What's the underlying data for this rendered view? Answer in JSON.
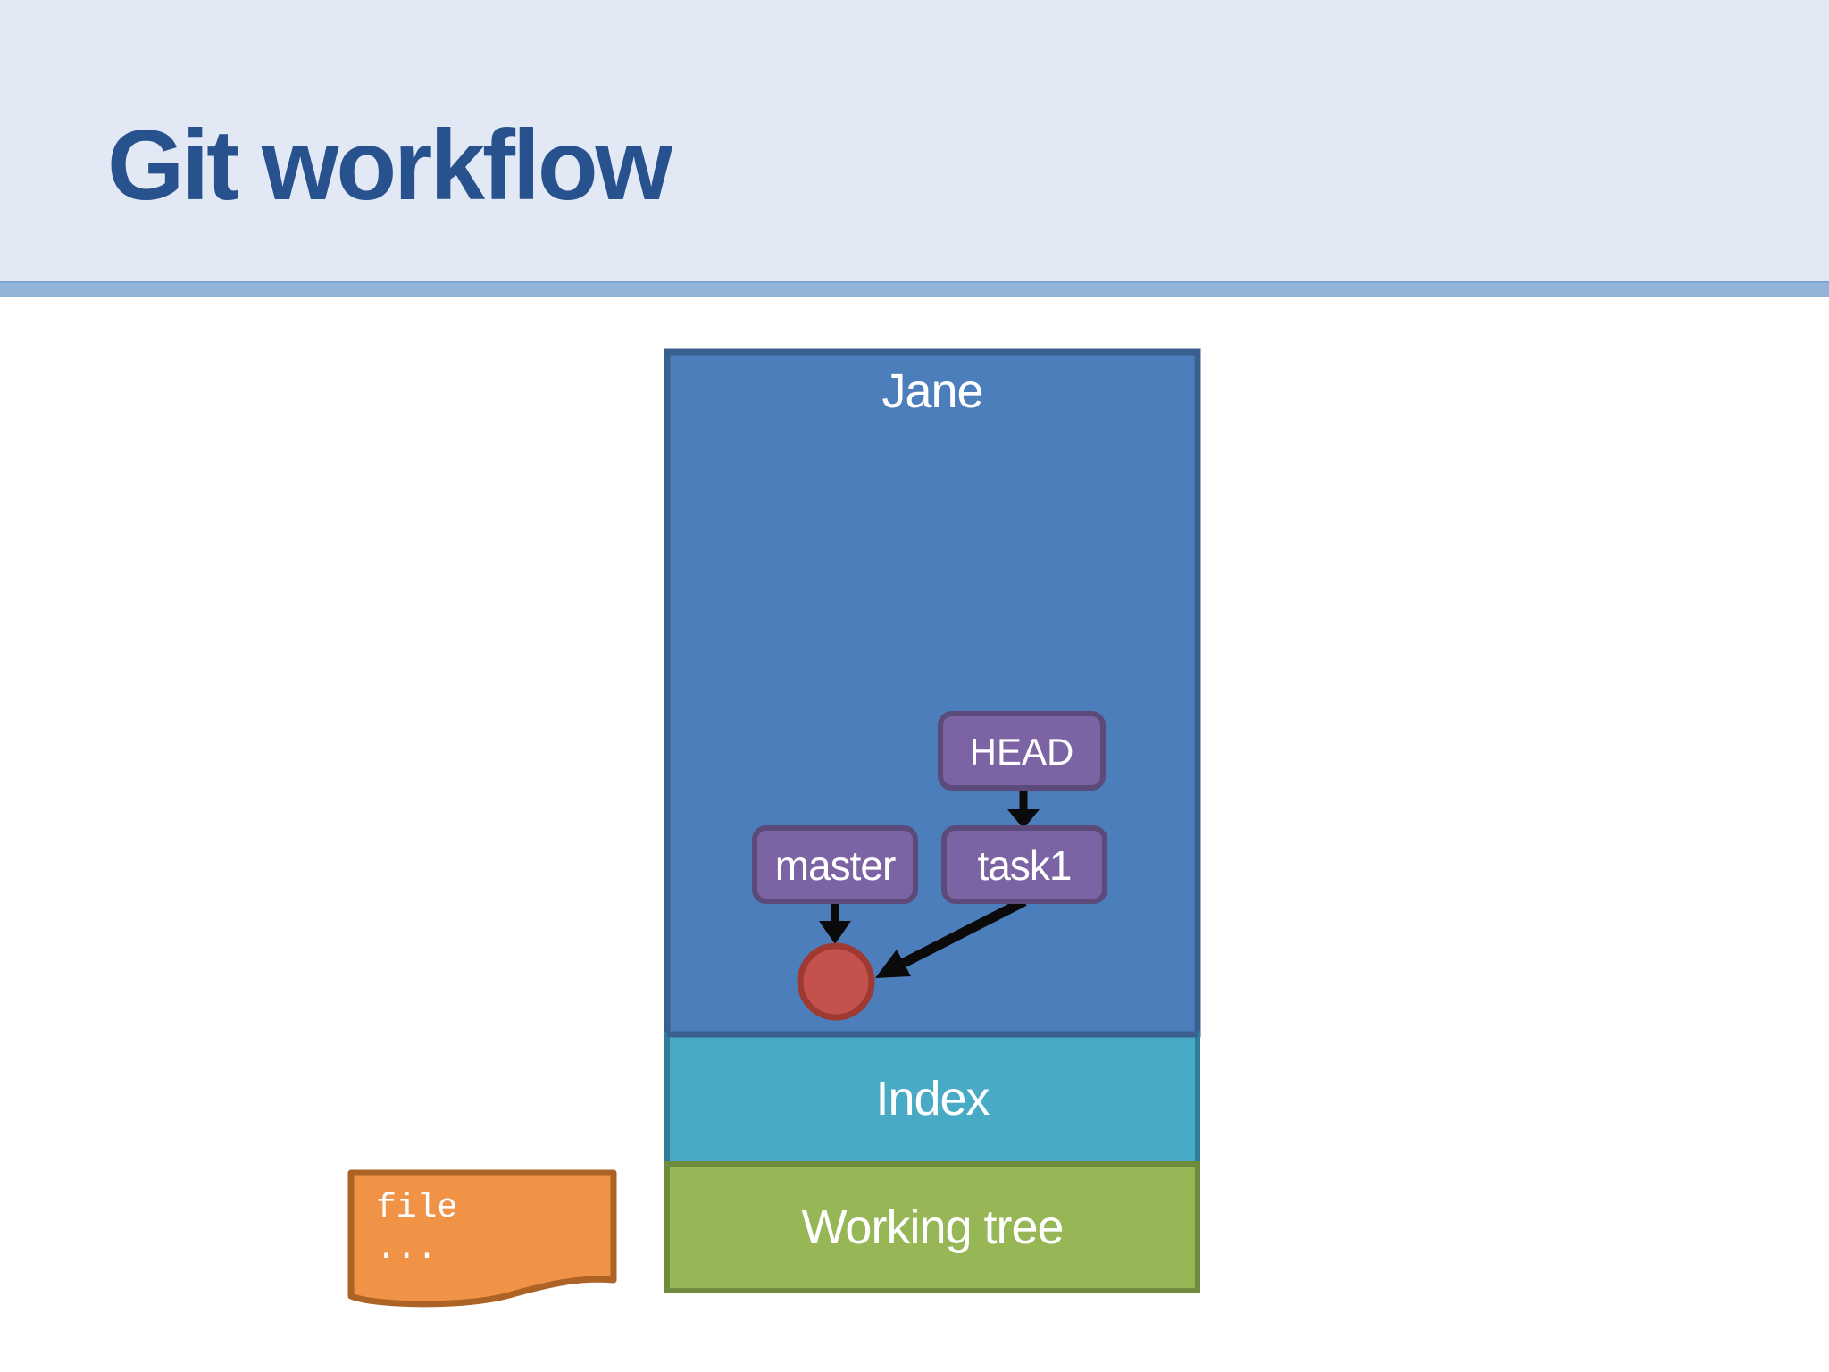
{
  "slide": {
    "title": "Git workflow",
    "title_color": "#27528e",
    "header_bg": "#e2e9f5",
    "divider_color": "#92b4d9",
    "background": "#ffffff"
  },
  "diagram": {
    "label_color": "#ffffff",
    "arrow_color": "#0a0a0a",
    "repo": {
      "label": "Jane",
      "fill": "#4d7ebc",
      "border": "#3a6090"
    },
    "head": {
      "label": "HEAD",
      "fill": "#7c64a4",
      "border": "#5c4a7a"
    },
    "master": {
      "label": "master",
      "fill": "#7c64a4",
      "border": "#5c4a7a"
    },
    "task1": {
      "label": "task1",
      "fill": "#7c64a4",
      "border": "#5c4a7a"
    },
    "commit": {
      "fill": "#c4514c",
      "border": "#9e3a31"
    },
    "index": {
      "label": "Index",
      "fill": "#49aac6",
      "border": "#2e7e97"
    },
    "working_tree": {
      "label": "Working tree",
      "fill": "#97b656",
      "border": "#6e8a3d"
    },
    "file": {
      "label": "file",
      "ellipsis": "...",
      "fill": "#f09347",
      "border": "#ad6326",
      "text_color": "#ffffff"
    }
  }
}
